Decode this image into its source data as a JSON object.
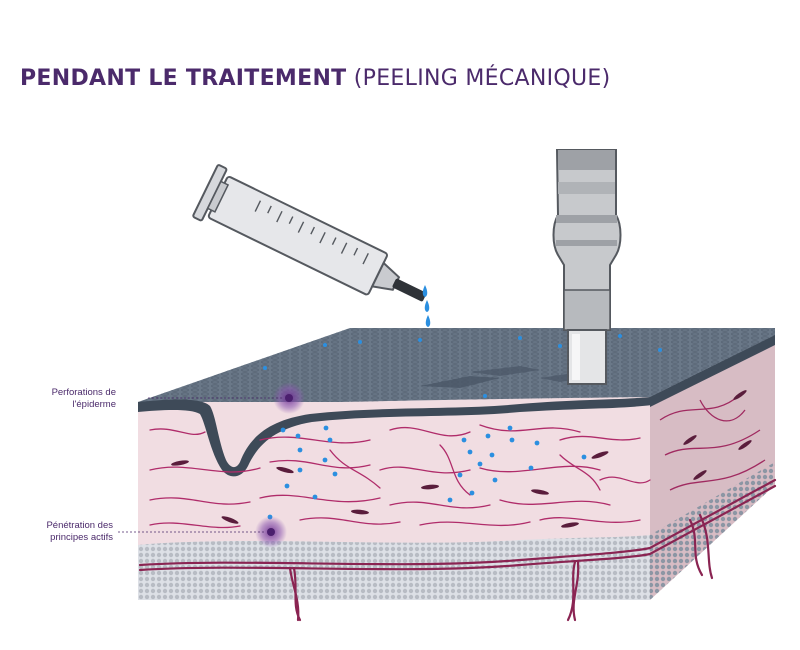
{
  "title": {
    "main": "PENDANT LE TRAITEMENT",
    "sub": "(PEELING MÉCANIQUE)"
  },
  "labels": {
    "perforations": {
      "line1": "Perforations de",
      "line2": "l'épiderme"
    },
    "penetration": {
      "line1": "Pénétration des",
      "line2": "principes actifs"
    }
  },
  "colors": {
    "title": "#4b2a6b",
    "epidermis": "#5f6e80",
    "dermis": "#f1dde2",
    "dermis_side": "#d9bfc6",
    "fibers": "#b02c6a",
    "drops": "#2b8fe0",
    "marker": "#6a2a8e"
  }
}
